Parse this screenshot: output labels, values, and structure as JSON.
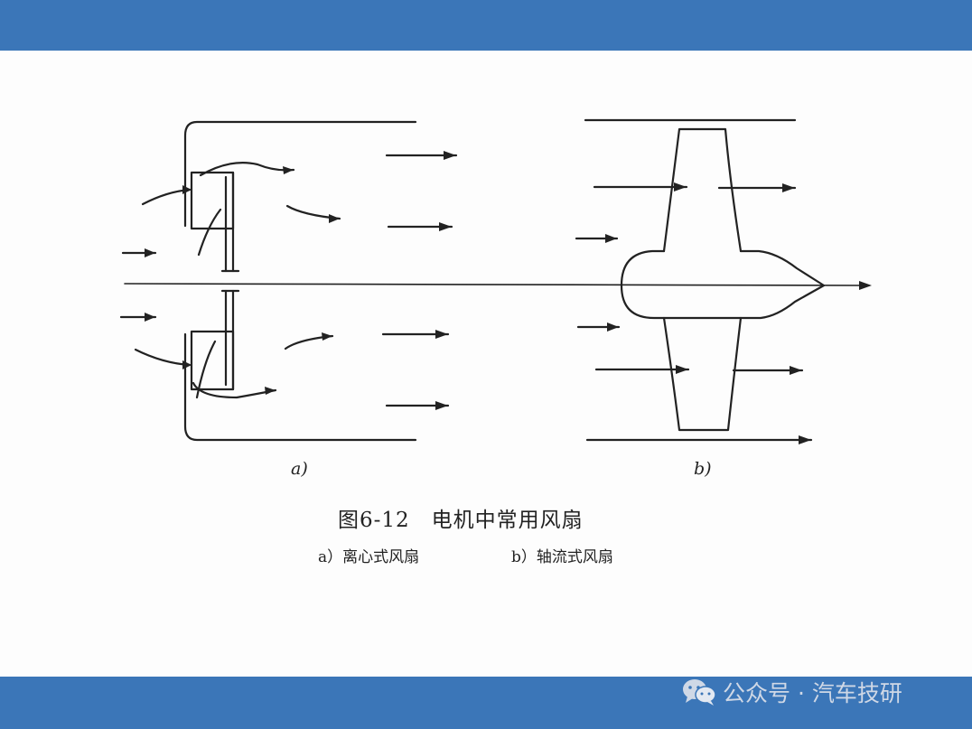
{
  "colors": {
    "band": "#3b76b8",
    "ink": "#222222",
    "watermark": "#cfd8e6"
  },
  "figure": {
    "label_a": "a)",
    "label_b": "b)",
    "title": "图6-12　电机中常用风扇",
    "sub_a": "a）离心式风扇",
    "sub_b": "b）轴流式风扇"
  },
  "watermark": {
    "icon": "wechat-icon",
    "text": "公众号 · 汽车技研"
  }
}
